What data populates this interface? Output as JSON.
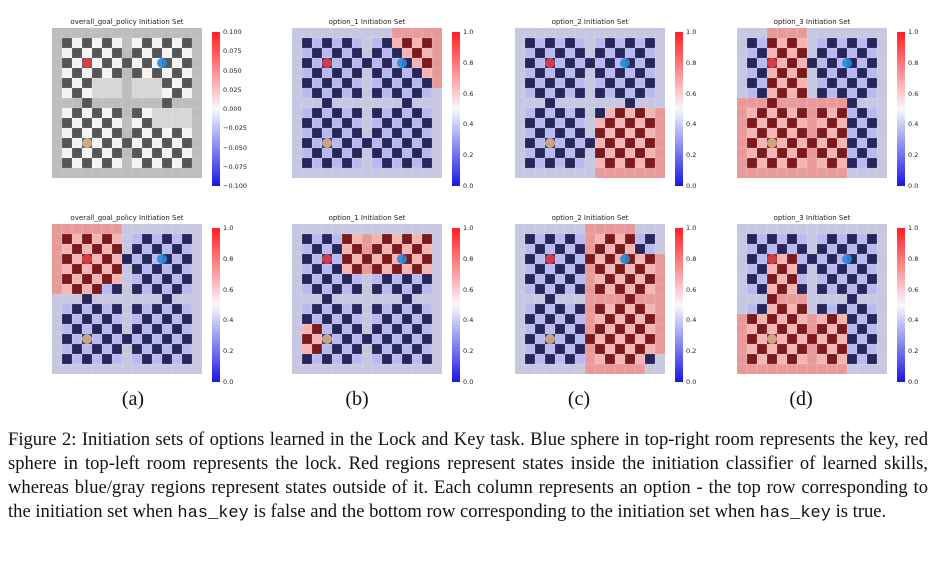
{
  "figure": {
    "panels": [
      {
        "row": 0,
        "col": 0,
        "title": "overall_goal_policy Initiation Set",
        "ticks": [
          "0.100",
          "0.075",
          "0.050",
          "0.025",
          "0.000",
          "−0.025",
          "−0.050",
          "−0.075",
          "−0.100"
        ],
        "mode": "gray"
      },
      {
        "row": 0,
        "col": 1,
        "title": "option_1 Initiation Set",
        "ticks": [
          "1.0",
          "0.8",
          "0.6",
          "0.4",
          "0.2",
          "0.0"
        ],
        "mode": "o1top"
      },
      {
        "row": 0,
        "col": 2,
        "title": "option_2 Initiation Set",
        "ticks": [
          "1.0",
          "0.8",
          "0.6",
          "0.4",
          "0.2",
          "0.0"
        ],
        "mode": "o2top"
      },
      {
        "row": 0,
        "col": 3,
        "title": "option_3 Initiation Set",
        "ticks": [
          "1.0",
          "0.8",
          "0.6",
          "0.4",
          "0.2",
          "0.0"
        ],
        "mode": "o3top"
      },
      {
        "row": 1,
        "col": 0,
        "title": "overall_goal_policy Initiation Set",
        "ticks": [
          "1.0",
          "0.8",
          "0.6",
          "0.4",
          "0.2",
          "0.0"
        ],
        "mode": "ogbot"
      },
      {
        "row": 1,
        "col": 1,
        "title": "option_1 Initiation Set",
        "ticks": [
          "1.0",
          "0.8",
          "0.6",
          "0.4",
          "0.2",
          "0.0"
        ],
        "mode": "o1bot"
      },
      {
        "row": 1,
        "col": 2,
        "title": "option_2 Initiation Set",
        "ticks": [
          "1.0",
          "0.8",
          "0.6",
          "0.4",
          "0.2",
          "0.0"
        ],
        "mode": "o2bot"
      },
      {
        "row": 1,
        "col": 3,
        "title": "option_3 Initiation Set",
        "ticks": [
          "1.0",
          "0.8",
          "0.6",
          "0.4",
          "0.2",
          "0.0"
        ],
        "mode": "o3bot"
      }
    ],
    "column_labels": [
      "(a)",
      "(b)",
      "(c)",
      "(d)"
    ],
    "colors": {
      "red": "#d42020",
      "blue": "#2929c8",
      "checker_dark": "#1c1c3c",
      "checker_light": "#f2f2f2",
      "wall": "#c8c8c8"
    }
  },
  "caption": {
    "part1": "Figure 2: Initiation sets of options learned in the Lock and Key task. Blue sphere in top-right room represents the key, red sphere in top-left room represents the lock.  Red regions represent states inside the initiation classifier of learned skills, whereas blue/gray regions represent states outside of it. Each column represents an option - the top row corresponding to the initiation set when ",
    "code1": "has_key",
    "part2": " is false and the bottom row corresponding to the initiation set when ",
    "code2": "has_key",
    "part3": " is true."
  }
}
